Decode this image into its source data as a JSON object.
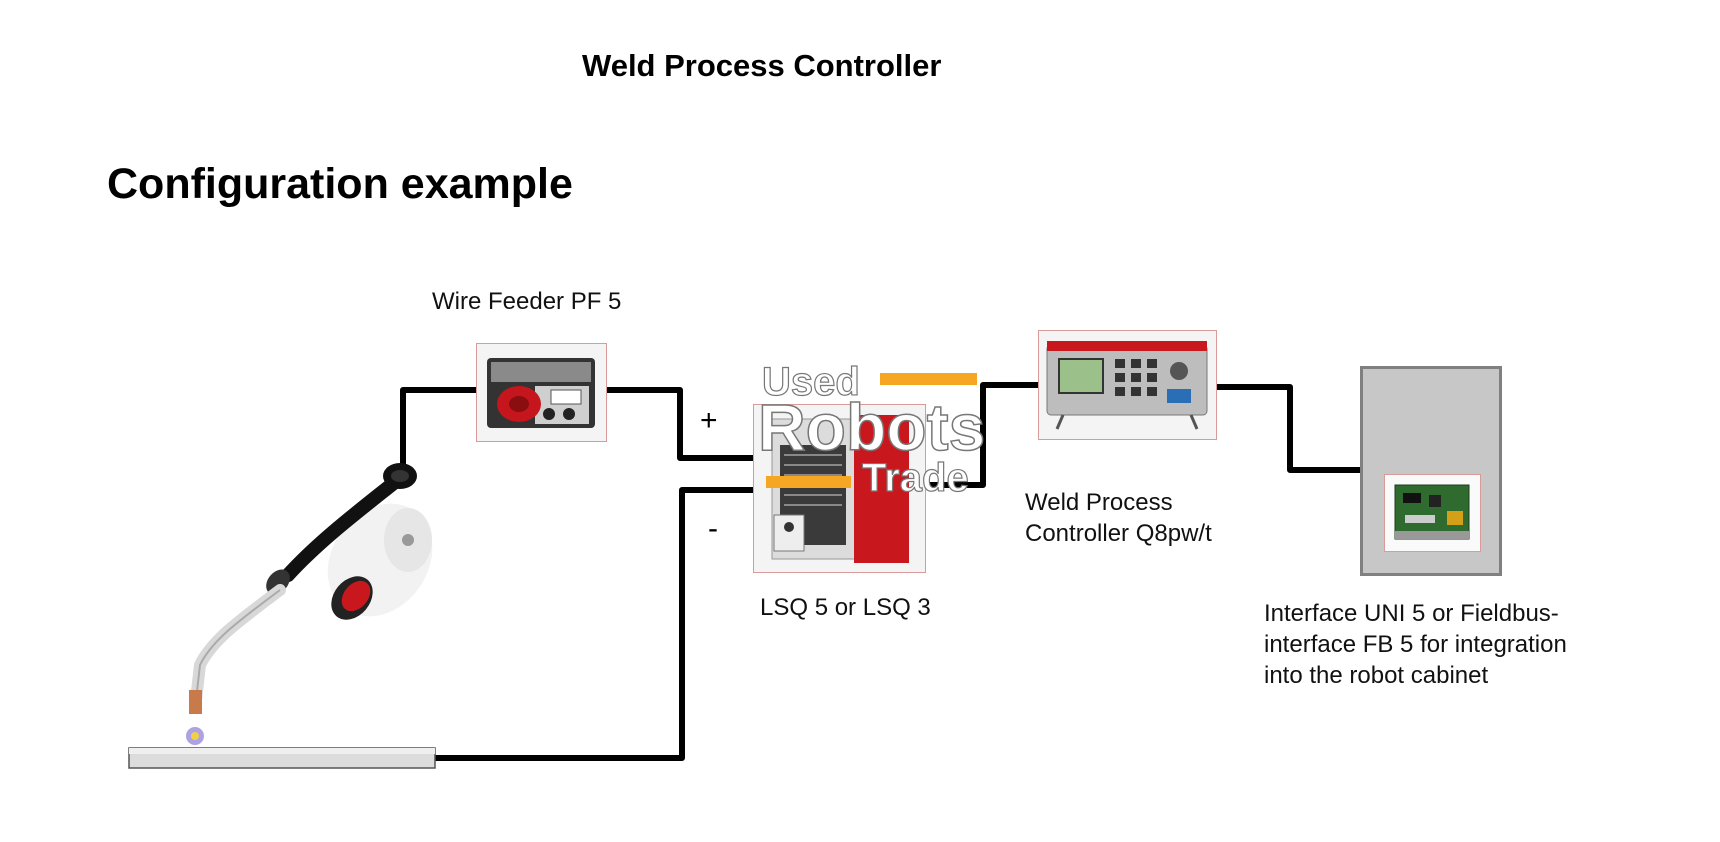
{
  "header": {
    "title": "Weld Process Controller"
  },
  "heading": "Configuration example",
  "components": {
    "wire_feeder": {
      "label": "Wire Feeder PF 5",
      "icon": "wire-feeder-icon"
    },
    "power_source": {
      "label": "LSQ 5 or LSQ 3",
      "icon": "power-source-icon"
    },
    "controller": {
      "label_line1": "Weld Process",
      "label_line2": "Controller Q8pw/t",
      "icon": "controller-icon"
    },
    "interface": {
      "label_line1": "Interface UNI 5 or Fieldbus-",
      "label_line2": "interface FB 5 for integration",
      "label_line3": "into the robot cabinet",
      "icon": "interface-board-icon"
    },
    "torch": {
      "icon": "robot-torch-icon"
    },
    "workpiece": {
      "icon": "workpiece-icon"
    }
  },
  "polarity": {
    "plus": "+",
    "minus": "-"
  },
  "watermark": {
    "line1": "Used",
    "line2": "Robots",
    "line3": "Trade",
    "accent": "#f5a623"
  }
}
